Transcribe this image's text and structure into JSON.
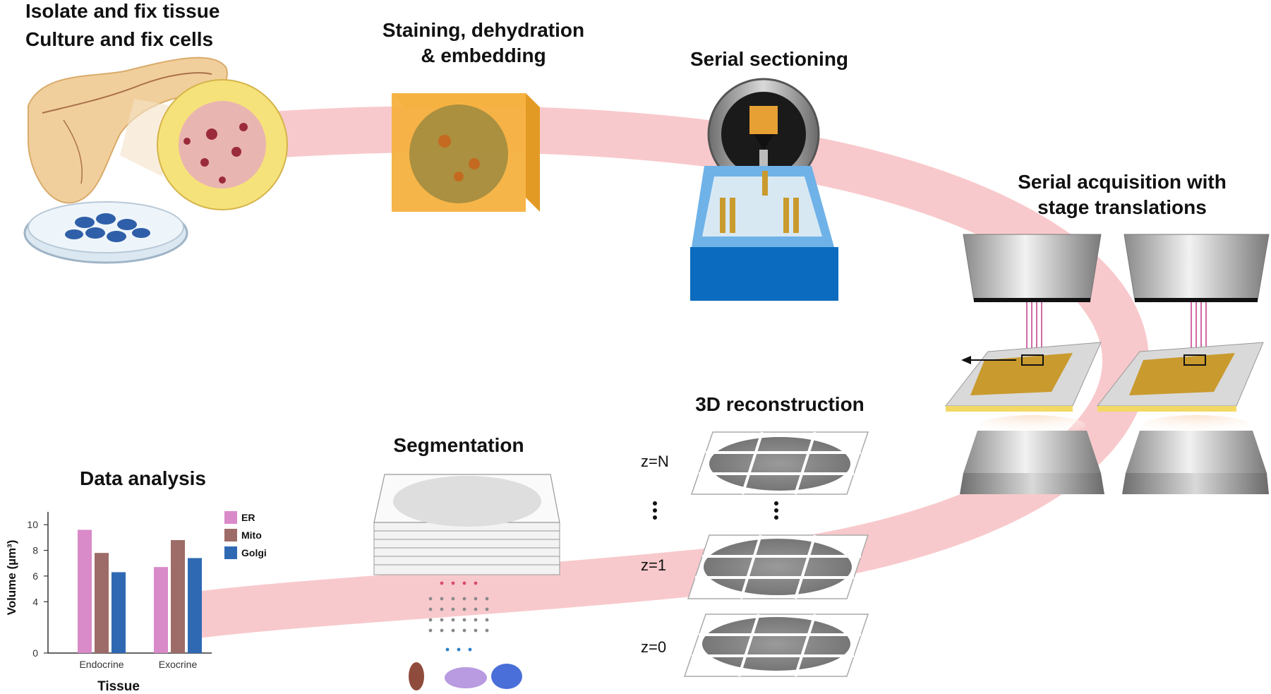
{
  "steps": {
    "isolate": {
      "line1": "Isolate and fix tissue",
      "line2": "Culture and fix cells"
    },
    "staining": {
      "line1": "Staining, dehydration",
      "line2": "& embedding"
    },
    "sectioning": {
      "label": "Serial sectioning"
    },
    "acquisition": {
      "line1": "Serial acquisition with",
      "line2": "stage translations"
    },
    "reconstruction": {
      "label": "3D reconstruction",
      "z_labels": [
        "z=N",
        "z=1",
        "z=0"
      ]
    },
    "segmentation": {
      "label": "Segmentation"
    },
    "analysis": {
      "label": "Data analysis"
    }
  },
  "colors": {
    "pathway": "#f7c3c7",
    "ER": "#d98ac8",
    "Mito": "#9e6c68",
    "Golgi": "#2f69b3",
    "embedding_block": "#f5b13f",
    "stage_slide": "#c99a2e"
  },
  "chart_data": {
    "type": "bar",
    "title": "",
    "xlabel": "Tissue",
    "ylabel": "Volume (µm³)",
    "categories": [
      "Endocrine",
      "Exocrine"
    ],
    "yticks": [
      0,
      4,
      6,
      8,
      10
    ],
    "ylim": [
      0,
      11
    ],
    "grid": false,
    "legend_position": "top-right",
    "series": [
      {
        "name": "ER",
        "color": "#d98ac8",
        "values": [
          9.6,
          6.7
        ]
      },
      {
        "name": "Mito",
        "color": "#9e6c68",
        "values": [
          7.8,
          8.8
        ]
      },
      {
        "name": "Golgi",
        "color": "#2f69b3",
        "values": [
          6.3,
          7.4
        ]
      }
    ]
  }
}
